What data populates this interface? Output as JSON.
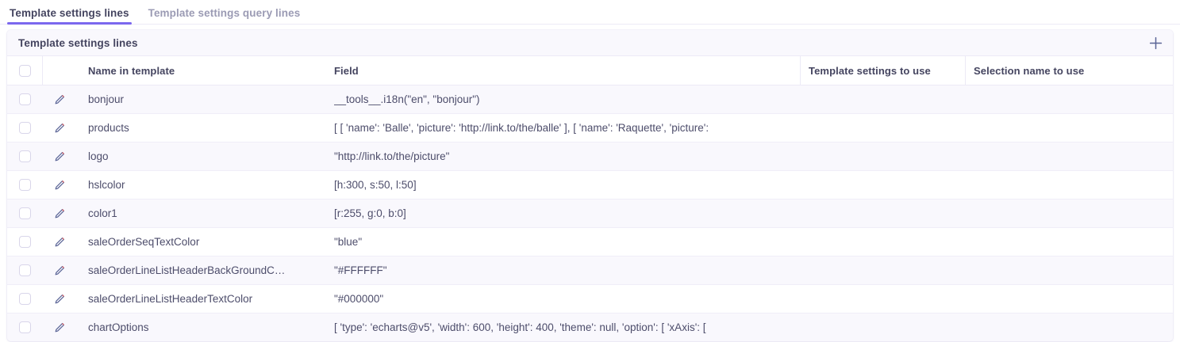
{
  "tabs": [
    {
      "label": "Template settings lines",
      "active": true
    },
    {
      "label": "Template settings query lines",
      "active": false
    }
  ],
  "panel": {
    "title": "Template settings lines",
    "add_icon": "plus-icon",
    "menu_icon": "vertical-dots-icon"
  },
  "table": {
    "columns": [
      "Name in template",
      "Field",
      "Template settings to use",
      "Selection name to use"
    ],
    "row_icons": {
      "select": "checkbox-icon",
      "edit": "pencil-icon"
    },
    "rows": [
      {
        "name": "bonjour",
        "field": "__tools__.i18n(\"en\", \"bonjour\")",
        "template_settings_to_use": "",
        "selection_name_to_use": ""
      },
      {
        "name": "products",
        "field": "[ [ 'name': 'Balle', 'picture': 'http://link.to/the/balle' ], [ 'name': 'Raquette', 'picture':",
        "template_settings_to_use": "",
        "selection_name_to_use": ""
      },
      {
        "name": "logo",
        "field": "\"http://link.to/the/picture\"",
        "template_settings_to_use": "",
        "selection_name_to_use": ""
      },
      {
        "name": "hslcolor",
        "field": "[h:300, s:50, l:50]",
        "template_settings_to_use": "",
        "selection_name_to_use": ""
      },
      {
        "name": "color1",
        "field": "[r:255, g:0, b:0]",
        "template_settings_to_use": "",
        "selection_name_to_use": ""
      },
      {
        "name": "saleOrderSeqTextColor",
        "field": "\"blue\"",
        "template_settings_to_use": "",
        "selection_name_to_use": ""
      },
      {
        "name": "saleOrderLineListHeaderBackGroundC…",
        "field": "\"#FFFFFF\"",
        "template_settings_to_use": "",
        "selection_name_to_use": ""
      },
      {
        "name": "saleOrderLineListHeaderTextColor",
        "field": "\"#000000\"",
        "template_settings_to_use": "",
        "selection_name_to_use": ""
      },
      {
        "name": "chartOptions",
        "field": "[ 'type': 'echarts@v5', 'width': 600, 'height': 400, 'theme': null, 'option': [ 'xAxis': [",
        "template_settings_to_use": "",
        "selection_name_to_use": ""
      }
    ]
  },
  "colors": {
    "accent": "#7b68ee",
    "tab_active_text": "#454560",
    "tab_inactive_text": "#9b9bb4",
    "row_alt": "#f9f8fd",
    "row_base": "#ffffff",
    "border": "#eceaf6",
    "body_text": "#4d4d6b"
  }
}
